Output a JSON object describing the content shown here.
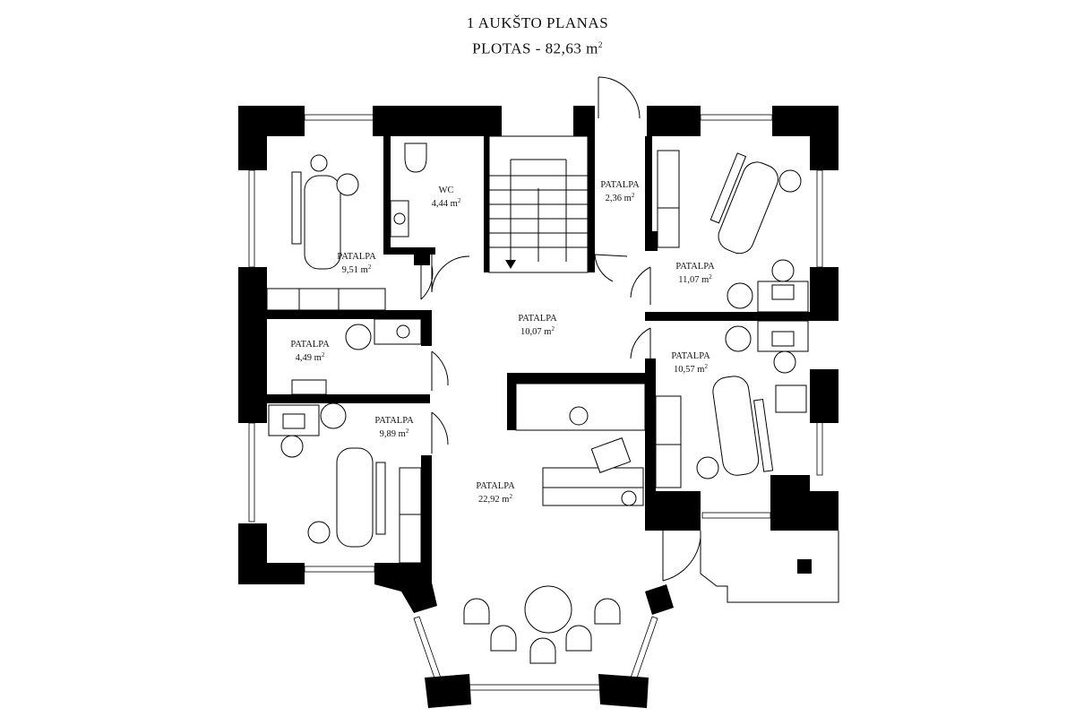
{
  "title": {
    "line1": "1 AUKŠTO PLANAS",
    "line2_prefix": "PLOTAS - 82,63 m",
    "line2_sup": "2"
  },
  "rooms": [
    {
      "id": "room-a",
      "name": "PATALPA",
      "area": "9,51 m",
      "unit_sup": "2"
    },
    {
      "id": "wc",
      "name": "WC",
      "area": "4,44 m",
      "unit_sup": "2"
    },
    {
      "id": "room-b",
      "name": "PATALPA",
      "area": "2,36 m",
      "unit_sup": "2"
    },
    {
      "id": "room-c",
      "name": "PATALPA",
      "area": "11,07 m",
      "unit_sup": "2"
    },
    {
      "id": "room-d",
      "name": "PATALPA",
      "area": "10,07 m",
      "unit_sup": "2"
    },
    {
      "id": "room-e",
      "name": "PATALPA",
      "area": "4,49 m",
      "unit_sup": "2"
    },
    {
      "id": "room-f",
      "name": "PATALPA",
      "area": "10,57 m",
      "unit_sup": "2"
    },
    {
      "id": "room-g",
      "name": "PATALPA",
      "area": "9,89 m",
      "unit_sup": "2"
    },
    {
      "id": "room-h",
      "name": "PATALPA",
      "area": "22,92 m",
      "unit_sup": "2"
    }
  ]
}
